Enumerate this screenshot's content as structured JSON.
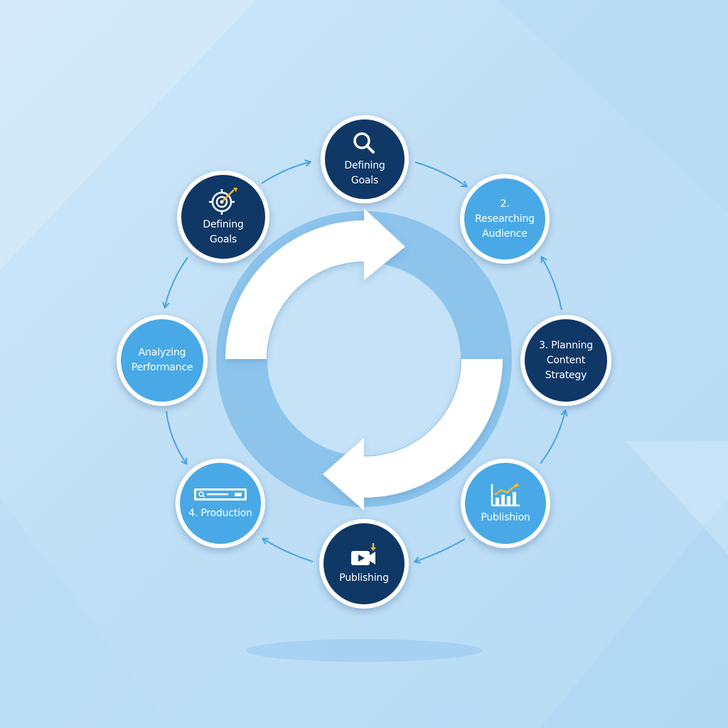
{
  "colors": {
    "dark_node": "#0f3866",
    "light_node": "#48a9e6",
    "ring": "#8cc4ec",
    "arrow": "#4aa3e0",
    "accent_yellow": "#f2b632",
    "background": "#c4e2f7"
  },
  "cycle": {
    "nodes": [
      {
        "id": "top",
        "label": "Defining Goals",
        "style": "dark",
        "icon": "magnifier-icon"
      },
      {
        "id": "upper-right",
        "label": "2. Researching Audience",
        "style": "light",
        "icon": ""
      },
      {
        "id": "right",
        "label": "3. Planning Content Strategy",
        "style": "dark",
        "icon": ""
      },
      {
        "id": "lower-right",
        "label": "Publishion",
        "style": "light",
        "icon": "growth-chart-icon"
      },
      {
        "id": "bottom",
        "label": "Publishing",
        "style": "dark",
        "icon": "video-camera-icon"
      },
      {
        "id": "lower-left",
        "label": "4. Production",
        "style": "light",
        "icon": "search-bar-icon"
      },
      {
        "id": "left",
        "label": "Analyzing Performance",
        "style": "light",
        "icon": ""
      },
      {
        "id": "upper-left",
        "label": "Defining Goals",
        "style": "dark",
        "icon": "target-icon"
      }
    ]
  }
}
